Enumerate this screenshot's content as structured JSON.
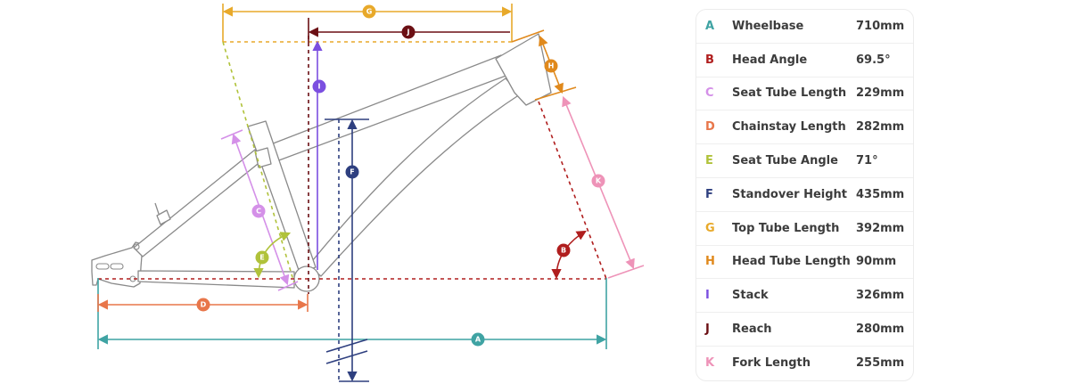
{
  "colors": {
    "frame": "#8a8a8a",
    "A": "#3fa3a3",
    "B": "#b01e1e",
    "C": "#d490e8",
    "D": "#e8764a",
    "E": "#b0c23a",
    "F": "#2e3f7f",
    "G": "#e8a92a",
    "H": "#e0891c",
    "I": "#7b4fe0",
    "J": "#6b0f14",
    "K": "#ee93b8"
  },
  "geometry": [
    {
      "letter": "A",
      "name": "Wheelbase",
      "value": "710mm",
      "icon": "double-arrow-horizontal"
    },
    {
      "letter": "B",
      "name": "Head Angle",
      "value": "69.5°",
      "icon": "angle-arc"
    },
    {
      "letter": "C",
      "name": "Seat Tube Length",
      "value": "229mm",
      "icon": "double-arrow-diagonal"
    },
    {
      "letter": "D",
      "name": "Chainstay Length",
      "value": "282mm",
      "icon": "double-arrow-horizontal"
    },
    {
      "letter": "E",
      "name": "Seat Tube Angle",
      "value": "71°",
      "icon": "angle-arc"
    },
    {
      "letter": "F",
      "name": "Standover Height",
      "value": "435mm",
      "icon": "double-arrow-vertical"
    },
    {
      "letter": "G",
      "name": "Top Tube Length",
      "value": "392mm",
      "icon": "double-arrow-horizontal"
    },
    {
      "letter": "H",
      "name": "Head Tube Length",
      "value": "90mm",
      "icon": "double-arrow-diagonal"
    },
    {
      "letter": "I",
      "name": "Stack",
      "value": "326mm",
      "icon": "arrow-vertical"
    },
    {
      "letter": "J",
      "name": "Reach",
      "value": "280mm",
      "icon": "arrow-horizontal"
    },
    {
      "letter": "K",
      "name": "Fork Length",
      "value": "255mm",
      "icon": "double-arrow-diagonal"
    }
  ]
}
